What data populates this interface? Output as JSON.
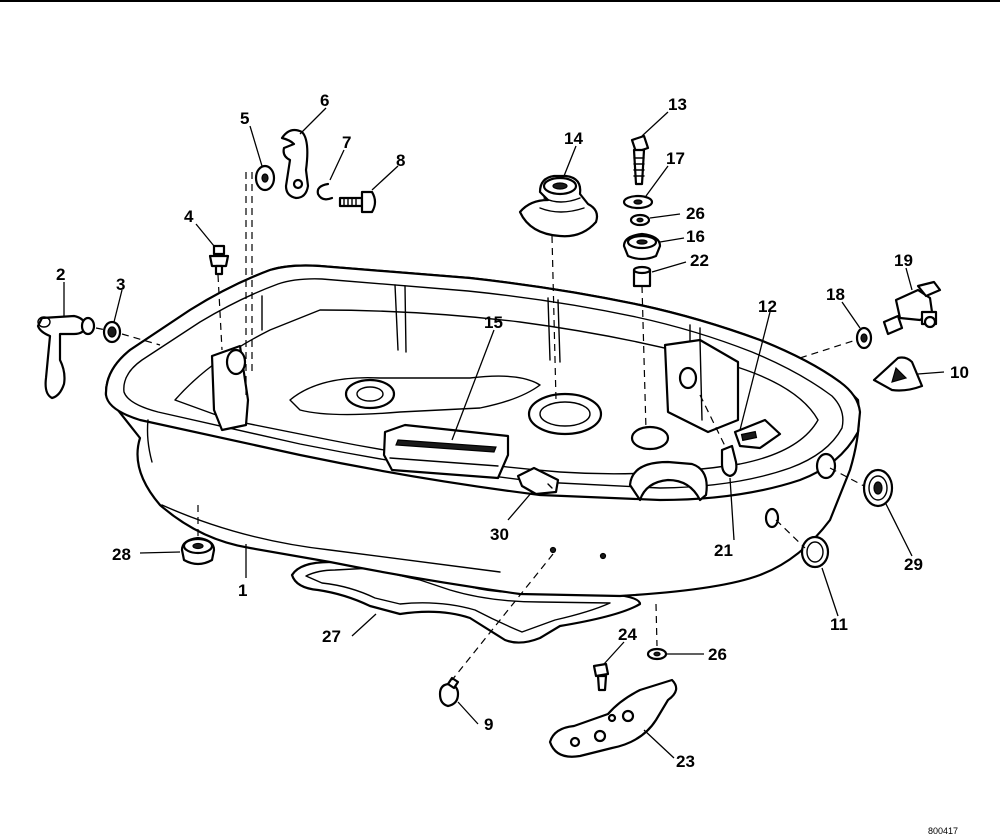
{
  "callouts": {
    "c1": "1",
    "c2": "2",
    "c3": "3",
    "c4": "4",
    "c5": "5",
    "c6": "6",
    "c7": "7",
    "c8": "8",
    "c9": "9",
    "c10": "10",
    "c11": "11",
    "c12": "12",
    "c13": "13",
    "c14": "14",
    "c15": "15",
    "c16": "16",
    "c17": "17",
    "c18": "18",
    "c19": "19",
    "c21": "21",
    "c22": "22",
    "c23": "23",
    "c24": "24",
    "c26a": "26",
    "c26b": "26",
    "c27": "27",
    "c28": "28",
    "c29": "29",
    "c30": "30"
  },
  "figure_code": "800417"
}
